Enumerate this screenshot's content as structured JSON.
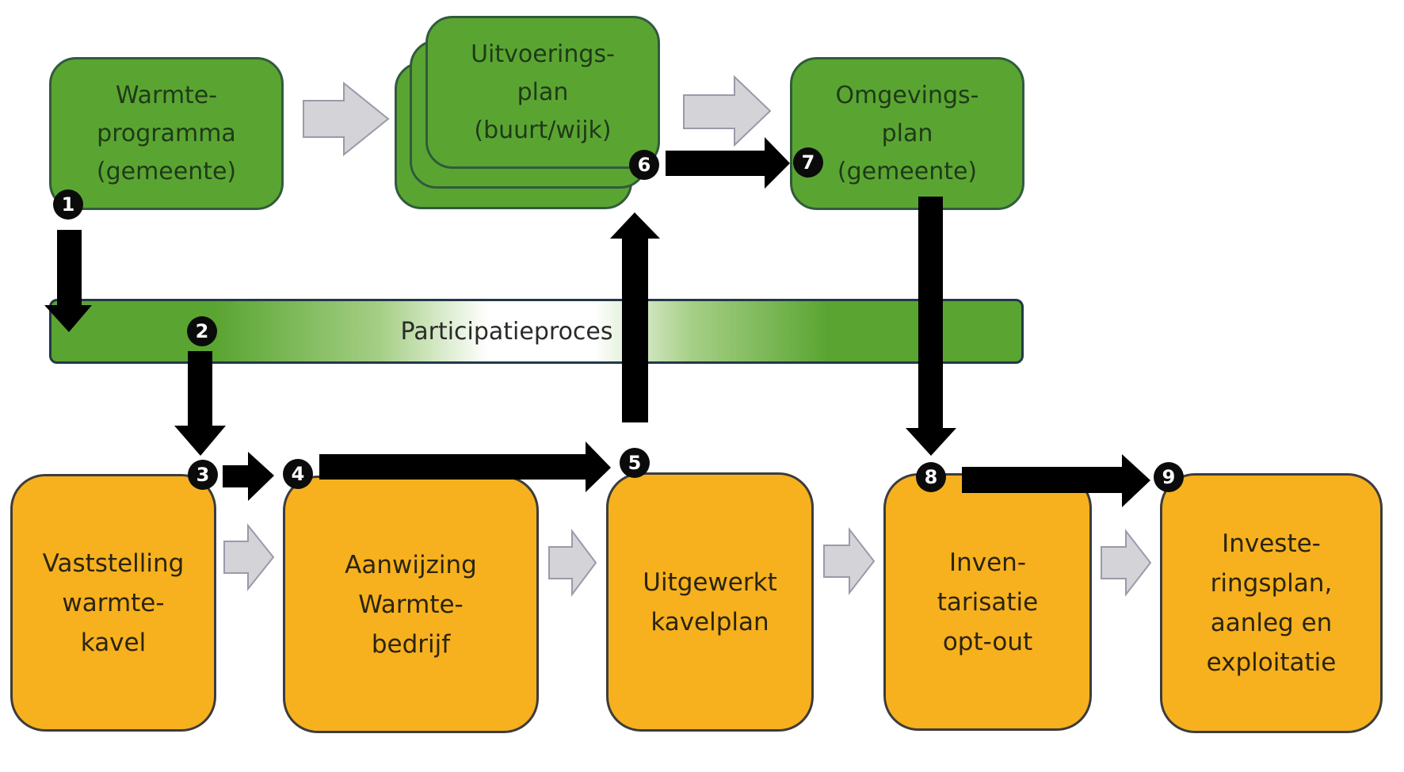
{
  "diagram": {
    "top_row": [
      {
        "id": "warmteprogramma",
        "label": "Warmte-\nprogramma\n(gemeente)",
        "color": "#5aa532"
      },
      {
        "id": "uitvoeringsplan",
        "label": "Uitvoerings-\nplan\n(buurt/wijk)",
        "color": "#5aa532",
        "stacked": true
      },
      {
        "id": "omgevingsplan",
        "label": "Omgevings-\nplan\n(gemeente)",
        "color": "#5aa532"
      }
    ],
    "band": {
      "label": "Participatieproces",
      "color": "#5aa532"
    },
    "bottom_row": [
      {
        "id": "vaststelling",
        "label": "Vaststelling\nwarmte-\nkavel",
        "color": "#f7b11e"
      },
      {
        "id": "aanwijzing",
        "label": "Aanwijzing\nWarmte-\nbedrijf",
        "color": "#f7b11e"
      },
      {
        "id": "uitgewerkt",
        "label": "Uitgewerkt\nkavelplan",
        "color": "#f7b11e"
      },
      {
        "id": "inventarisatie",
        "label": "Inven-\ntarisatie\nopt-out",
        "color": "#f7b11e"
      },
      {
        "id": "investeringsplan",
        "label": "Investe-\nringsplan,\naanleg en\nexploitatie",
        "color": "#f7b11e"
      }
    ],
    "steps": [
      "1",
      "2",
      "3",
      "4",
      "5",
      "6",
      "7",
      "8",
      "9"
    ],
    "flow_edges": [
      {
        "from": "1",
        "to": "2"
      },
      {
        "from": "2",
        "to": "3"
      },
      {
        "from": "3",
        "to": "4"
      },
      {
        "from": "4",
        "to": "5"
      },
      {
        "from": "5",
        "to": "6"
      },
      {
        "from": "6",
        "to": "7"
      },
      {
        "from": "7",
        "to": "8"
      },
      {
        "from": "8",
        "to": "9"
      }
    ],
    "sequence_arrows": [
      {
        "from": "warmteprogramma",
        "to": "uitvoeringsplan"
      },
      {
        "from": "uitvoeringsplan",
        "to": "omgevingsplan"
      },
      {
        "from": "vaststelling",
        "to": "aanwijzing"
      },
      {
        "from": "aanwijzing",
        "to": "uitgewerkt"
      },
      {
        "from": "uitgewerkt",
        "to": "inventarisatie"
      },
      {
        "from": "inventarisatie",
        "to": "investeringsplan"
      }
    ],
    "colors": {
      "flow_arrow": "#000000",
      "sequence_arrow": "#d3d3d8",
      "sequence_arrow_border": "#9a9aaa"
    }
  }
}
